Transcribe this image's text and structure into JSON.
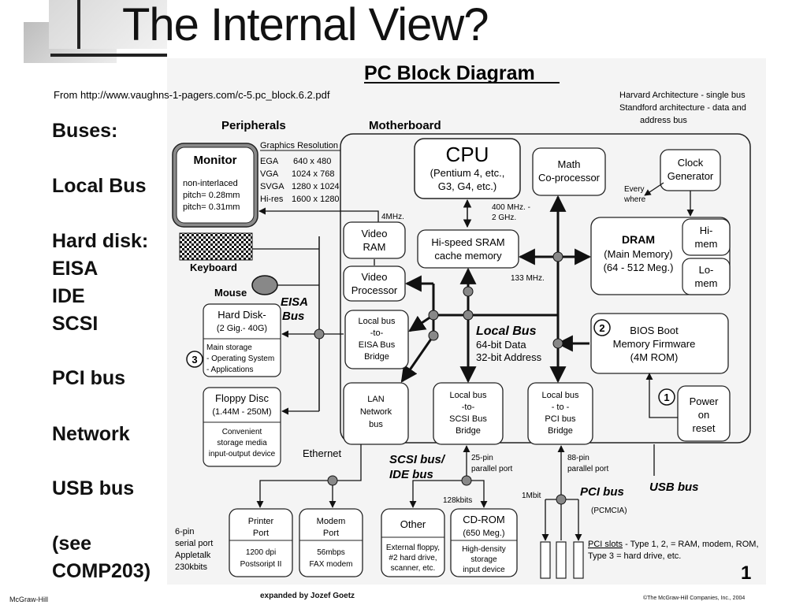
{
  "slide": {
    "title": "The Internal View?",
    "left_items": [
      "Buses:",
      "Local Bus",
      "Hard disk:",
      "EISA",
      "IDE",
      "SCSI",
      "PCI bus",
      "Network",
      "USB bus",
      "(see",
      "COMP203)"
    ],
    "footer_left": "McGraw-Hill",
    "footer_center": "expanded by Jozef Goetz",
    "footer_right": "©The McGraw-Hill Companies, Inc., 2004"
  },
  "diagram": {
    "heading": "PC  Block Diagram",
    "source": "From http://www.vaughns-1-pagers.com/c-5.pc_block.6.2.pdf",
    "arch_note": [
      "Harvard Architecture - single bus",
      "Standford architecture - data and",
      "address bus"
    ],
    "peripherals_label": "Peripherals",
    "motherboard_label": "Motherboard",
    "graphics_resolution": {
      "header": "Graphics Resolution",
      "rows": [
        [
          "EGA",
          "640 x 480"
        ],
        [
          "VGA",
          "1024 x 768"
        ],
        [
          "SVGA",
          "1280 x 1024"
        ],
        [
          "Hi-res",
          "1600 x 1280"
        ]
      ]
    },
    "monitor": {
      "title": "Monitor",
      "lines": [
        "non-interlaced",
        "pitch= 0.28mm",
        "pitch= 0.31mm"
      ]
    },
    "keyboard": "Keyboard",
    "mouse": "Mouse",
    "eisa_bus": [
      "EISA",
      "Bus"
    ],
    "hard_disk": {
      "title": [
        "Hard Disk-",
        "(2 Gig.- 40G)"
      ],
      "lines": [
        "Main storage",
        "- Operating System",
        "- Applications"
      ],
      "badge": "3"
    },
    "floppy": {
      "title": [
        "Floppy Disc",
        "(1.44M - 250M)"
      ],
      "lines": [
        "Convenient",
        "storage media",
        "input-output device"
      ]
    },
    "cpu": {
      "title": "CPU",
      "lines": [
        "(Pentium 4, etc.,",
        "G3, G4, etc.)"
      ]
    },
    "math_coprocessor": [
      "Math",
      "Co-processor"
    ],
    "clock_generator": [
      "Clock",
      "Generator"
    ],
    "every_where": [
      "Every",
      "where"
    ],
    "cpu_speed": [
      "400 MHz. -",
      "2 GHz."
    ],
    "sram": [
      "Hi-speed SRAM",
      "cache memory"
    ],
    "video_ram": [
      "Video",
      "RAM"
    ],
    "video_processor": [
      "Video",
      "Processor"
    ],
    "speed_4mhz": "4MHz.",
    "speed_133": "133 MHz.",
    "dram": {
      "lines": [
        "DRAM",
        "(Main Memory)",
        "(64 - 512 Meg.)"
      ],
      "hi_mem": [
        "Hi-",
        "mem"
      ],
      "lo_mem": [
        "Lo-",
        "mem"
      ]
    },
    "local_bus": {
      "title": "Local Bus",
      "lines": [
        "64-bit Data",
        "32-bit Address"
      ]
    },
    "bios": {
      "badge": "2",
      "lines": [
        "BIOS Boot",
        "Memory Firmware",
        "(4M ROM)"
      ]
    },
    "eisa_bridge": [
      "Local bus",
      "-to-",
      "EISA Bus",
      "Bridge"
    ],
    "lan": [
      "LAN",
      "Network",
      "bus"
    ],
    "scsi_bridge": [
      "Local bus",
      "-to-",
      "SCSI Bus",
      "Bridge"
    ],
    "pci_bridge": [
      "Local bus",
      "- to -",
      "PCI bus",
      "Bridge"
    ],
    "power": {
      "badge": "1",
      "lines": [
        "Power",
        "on",
        "reset"
      ]
    },
    "ethernet": "Ethernet",
    "scsi_ide_bus": [
      "SCSI bus/",
      "IDE bus"
    ],
    "pin25": [
      "25-pin",
      "parallel port"
    ],
    "pin88": [
      "88-pin",
      "parallel port"
    ],
    "kbits128": "128kbits",
    "mbit1": "1Mbit",
    "pci_bus": "PCI bus",
    "pcmcia": "(PCMCIA)",
    "usb_bus": "USB bus",
    "printer": {
      "title": [
        "Printer",
        "Port"
      ],
      "lines": [
        "1200 dpi",
        "Postsoript II"
      ]
    },
    "modem": {
      "title": [
        "Modem",
        "Port"
      ],
      "lines": [
        "56mbps",
        "FAX modem"
      ]
    },
    "other": {
      "title": "Other",
      "lines": [
        "External floppy,",
        "#2 hard drive,",
        "scanner, etc."
      ]
    },
    "cdrom": {
      "title": [
        "CD-ROM",
        "(650 Meg.)"
      ],
      "lines": [
        "High-density",
        "storage",
        "input device"
      ]
    },
    "serial": [
      "6-pin",
      "serial port",
      "Appletalk",
      "230kbits"
    ],
    "pci_slots": {
      "label": "PCI slots",
      "text": " - Type 1, 2, = RAM, modem, ROM,",
      "line2": "Type 3 = hard drive, etc."
    },
    "page_number": "1"
  }
}
